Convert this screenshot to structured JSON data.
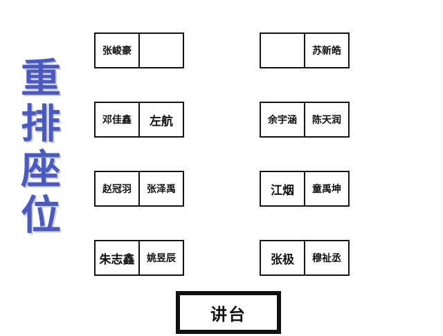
{
  "title_chars": [
    "重",
    "排",
    "座",
    "位"
  ],
  "left_column": [
    {
      "left": "张峻豪",
      "right": ""
    },
    {
      "left": "邓佳鑫",
      "right": "左航"
    },
    {
      "left": "赵冠羽",
      "right": "张泽禹"
    },
    {
      "left": "朱志鑫",
      "right": "姚昱辰"
    }
  ],
  "right_column": [
    {
      "left": "",
      "right": "苏新皓"
    },
    {
      "left": "余宇涵",
      "right": "陈天润"
    },
    {
      "left": "江烟",
      "right": "童禹坤"
    },
    {
      "left": "张极",
      "right": "穆祉丞"
    }
  ],
  "podium_label": "讲台",
  "colors": {
    "title": "#4a5bbd",
    "border": "#111111"
  }
}
